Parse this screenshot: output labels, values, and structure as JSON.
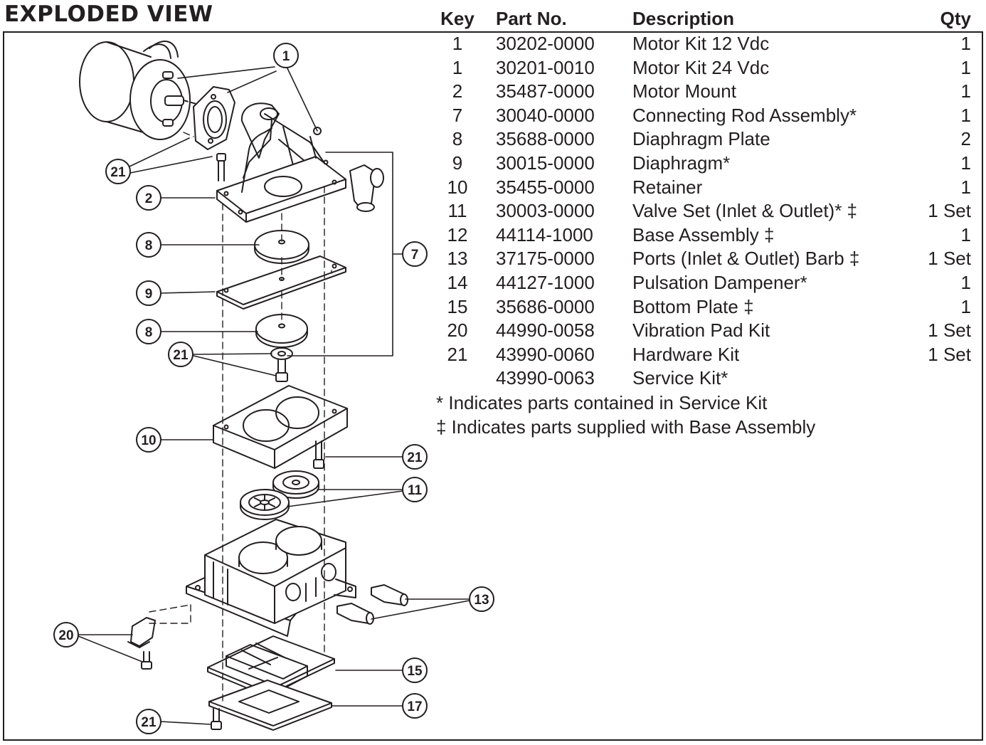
{
  "title": "EXPLODED VIEW",
  "table": {
    "headers": {
      "key": "Key",
      "part": "Part No.",
      "desc": "Description",
      "qty": "Qty"
    },
    "rows": [
      {
        "key": "1",
        "part": "30202-0000",
        "desc": "Motor Kit 12 Vdc",
        "qty": "1"
      },
      {
        "key": "1",
        "part": "30201-0010",
        "desc": "Motor Kit 24 Vdc",
        "qty": "1"
      },
      {
        "key": "2",
        "part": "35487-0000",
        "desc": "Motor Mount",
        "qty": "1"
      },
      {
        "key": "7",
        "part": "30040-0000",
        "desc": "Connecting Rod Assembly*",
        "qty": "1"
      },
      {
        "key": "8",
        "part": "35688-0000",
        "desc": "Diaphragm Plate",
        "qty": "2"
      },
      {
        "key": "9",
        "part": "30015-0000",
        "desc": "Diaphragm*",
        "qty": "1"
      },
      {
        "key": "10",
        "part": "35455-0000",
        "desc": "Retainer",
        "qty": "1"
      },
      {
        "key": "11",
        "part": "30003-0000",
        "desc": "Valve Set (Inlet & Outlet)* ‡",
        "qty": "1 Set"
      },
      {
        "key": "12",
        "part": "44114-1000",
        "desc": "Base Assembly ‡",
        "qty": "1"
      },
      {
        "key": "13",
        "part": "37175-0000",
        "desc": "Ports (Inlet & Outlet) Barb ‡",
        "qty": "1 Set"
      },
      {
        "key": "14",
        "part": "44127-1000",
        "desc": "Pulsation Dampener*",
        "qty": "1"
      },
      {
        "key": "15",
        "part": "35686-0000",
        "desc": "Bottom Plate ‡",
        "qty": "1"
      },
      {
        "key": "20",
        "part": "44990-0058",
        "desc": "Vibration Pad Kit",
        "qty": "1 Set"
      },
      {
        "key": "21",
        "part": "43990-0060",
        "desc": "Hardware Kit",
        "qty": "1 Set"
      },
      {
        "key": "",
        "part": "43990-0063",
        "desc": "Service Kit*",
        "qty": ""
      }
    ]
  },
  "notes": {
    "service_kit": "* Indicates parts contained in Service Kit",
    "base_assembly": "‡ Indicates parts supplied with Base Assembly"
  },
  "callouts": {
    "c1": "1",
    "c21a": "21",
    "c2": "2",
    "c7": "7",
    "c8a": "8",
    "c9": "9",
    "c8b": "8",
    "c21b": "21",
    "c10": "10",
    "c21c": "21",
    "c11": "11",
    "c13": "13",
    "c20": "20",
    "c15": "15",
    "c17": "17",
    "c21d": "21"
  },
  "colors": {
    "ink": "#231f20",
    "paper": "#ffffff"
  }
}
